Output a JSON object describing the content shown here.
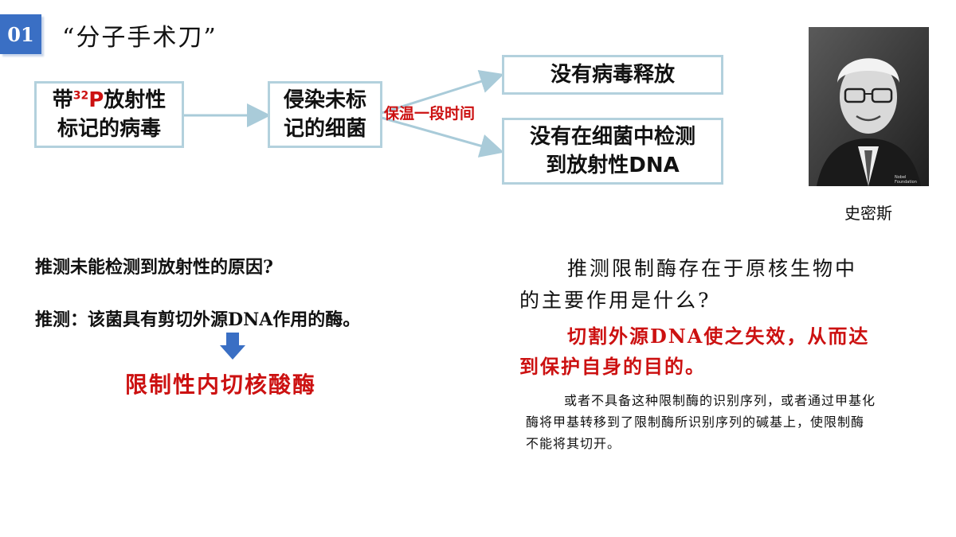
{
  "section": {
    "number": "01",
    "title": "“分子手术刀”"
  },
  "flow": {
    "start_prefix": "带",
    "start_sup": "32",
    "start_p": "P",
    "start_line1_rest": "放射性",
    "start_line2": "标记的病毒",
    "infect_line1": "侵染未标",
    "infect_line2": "记的细菌",
    "condition": "保温一段时间",
    "result1": "没有病毒释放",
    "result2_line1": "没有在细菌中检测",
    "result2_line2": "到放射性DNA"
  },
  "portrait": {
    "caption": "史密斯",
    "watermark_lines": [
      "Nobel",
      "Foundation"
    ]
  },
  "left": {
    "question": "推测未能检测到放射性的原因?",
    "inference": "推测：该菌具有剪切外源DNA作用的酶。",
    "conclusion": "限制性内切核酸酶"
  },
  "right": {
    "question": "推测限制酶存在于原核生物中的主要作用是什么?",
    "answer": "切割外源DNA使之失效，从而达到保护自身的目的。",
    "note": "或者不具备这种限制酶的识别序列，或者通过甲基化酶将甲基转移到了限制酶所识别序列的碱基上，使限制酶不能将其切开。"
  },
  "colors": {
    "accent_blue": "#3a6fc4",
    "box_border": "#b3d1dd",
    "red": "#cc1111",
    "arrow": "#a9cbd9"
  }
}
